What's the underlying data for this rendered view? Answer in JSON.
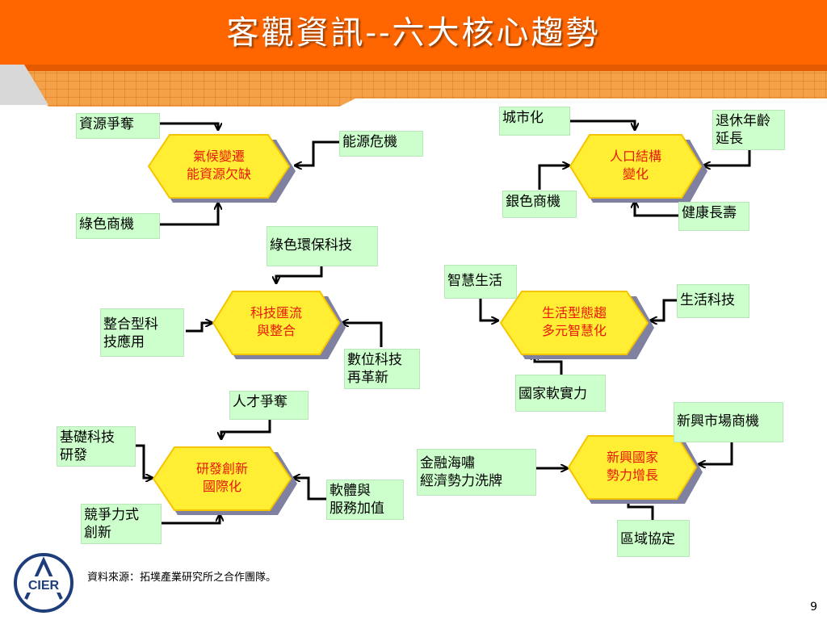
{
  "slide": {
    "title": "客觀資訊--六大核心趨勢",
    "source_note": "資料來源：拓墣產業研究所之合作團隊。",
    "page_number": "9",
    "logo_text": "CIER",
    "accent_color": "#ff6600",
    "hex_fill": "#ffee33",
    "box_fill": "#ccffcc",
    "hex_text_color": "#e8180c"
  },
  "trends": [
    {
      "id": "climate",
      "label": [
        "氣候變遷",
        "能資源欠缺"
      ],
      "drivers": [
        "資源爭奪",
        "能源危機",
        "綠色商機"
      ]
    },
    {
      "id": "population",
      "label": [
        "人口結構",
        "變化"
      ],
      "drivers": [
        "城市化",
        "退休年齡延長",
        "銀色商機",
        "健康長壽"
      ]
    },
    {
      "id": "tech",
      "label": [
        "科技匯流",
        "與整合"
      ],
      "drivers": [
        "綠色環保科技",
        "整合型科技應用",
        "數位科技再革新"
      ]
    },
    {
      "id": "lifestyle",
      "label": [
        "生活型態趨",
        "多元智慧化"
      ],
      "drivers": [
        "智慧生活",
        "生活科技",
        "國家軟實力"
      ]
    },
    {
      "id": "rnd",
      "label": [
        "研發創新",
        "國際化"
      ],
      "drivers": [
        "人才爭奪",
        "基礎科技研發",
        "軟體與服務加值",
        "競爭力式創新"
      ]
    },
    {
      "id": "emerging",
      "label": [
        "新興國家",
        "勢力增長"
      ],
      "drivers": [
        "新興市場商機",
        "金融海嘯經濟勢力洗牌",
        "區域協定"
      ]
    }
  ],
  "boxes": {
    "c1": [
      "資源爭奪"
    ],
    "c2": [
      "能源危機"
    ],
    "c3": [
      "綠色商機"
    ],
    "p1": [
      "城市化"
    ],
    "p2": [
      "退休年齡",
      "延長"
    ],
    "p3": [
      "銀色商機"
    ],
    "p4": [
      "健康長壽"
    ],
    "t1": [
      "綠色環保科技"
    ],
    "t2": [
      "整合型科",
      "技應用"
    ],
    "t3": [
      "數位科技",
      "再革新"
    ],
    "l1": [
      "智慧生活"
    ],
    "l2": [
      "生活科技"
    ],
    "l3": [
      "國家軟實力"
    ],
    "r1": [
      "人才爭奪"
    ],
    "r2": [
      "基礎科技",
      "研發"
    ],
    "r3": [
      "軟體與",
      "服務加值"
    ],
    "r4": [
      "競爭力式",
      "創新"
    ],
    "e1": [
      "新興市場商機"
    ],
    "e2": [
      "金融海嘯",
      "經濟勢力洗牌"
    ],
    "e3": [
      "區域協定"
    ]
  }
}
